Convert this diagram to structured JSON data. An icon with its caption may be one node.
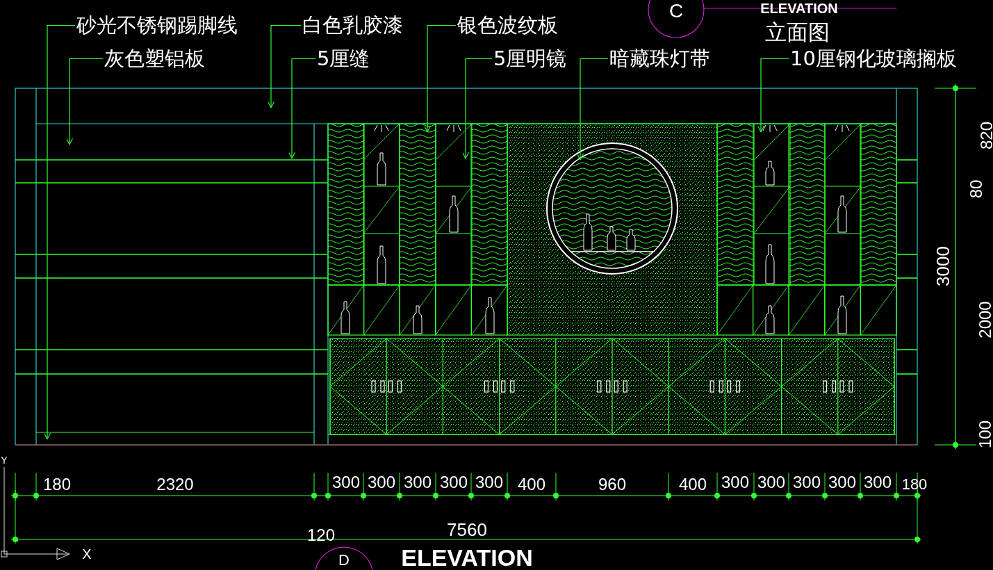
{
  "diagram": {
    "title": "立面图",
    "nodes": [
      {
        "text": [
          "砂光不锈钢踢脚线"
        ]
      },
      {
        "text": [
          "白色乳胶漆"
        ]
      },
      {
        "text": [
          "银色波纹板"
        ]
      },
      {
        "text": [
          "灰色塑铝板"
        ]
      },
      {
        "text": [
          "5厘缝"
        ]
      },
      {
        "text": [
          "5厘明镜"
        ]
      },
      {
        "text": [
          "暗藏珠灯带"
        ]
      },
      {
        "text": [
          "10厘钢化玻璃搁板"
        ]
      }
    ],
    "edges": [
      {
        "from": 0,
        "to": null,
        "arrow": "to"
      },
      {
        "from": 1,
        "to": null,
        "arrow": "to"
      },
      {
        "from": 2,
        "to": null,
        "arrow": "to"
      },
      {
        "from": 3,
        "to": null,
        "arrow": "to"
      },
      {
        "from": 4,
        "to": null,
        "arrow": "to"
      },
      {
        "from": 5,
        "to": null,
        "arrow": "to"
      },
      {
        "from": 6,
        "to": null,
        "arrow": "to"
      },
      {
        "from": 7,
        "to": null,
        "arrow": "to"
      }
    ],
    "labels": [
      "C",
      "ELEVATION",
      "820",
      "80",
      "3000",
      "2000",
      "100",
      "Y",
      "180",
      "2320",
      "300",
      "300",
      "300",
      "300",
      "300",
      "400",
      "960",
      "400",
      "300",
      "300",
      "300",
      "300",
      "300",
      "180",
      "120",
      "7560",
      "X",
      "D",
      "ELEVATION"
    ]
  }
}
